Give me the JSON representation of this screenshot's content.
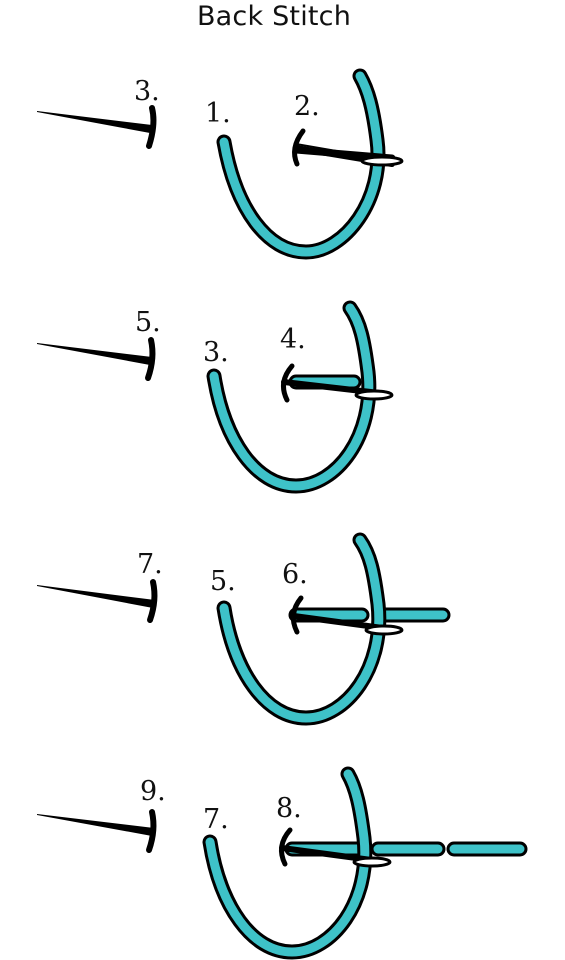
{
  "title": "Back Stitch",
  "colors": {
    "thread": "#3ec2c8",
    "outline": "#000000",
    "needle": "#000000",
    "background": "#ffffff"
  },
  "steps": [
    {
      "needle_label": "3.",
      "out_label": "1.",
      "in_label": "2.",
      "completed_stitches": 0
    },
    {
      "needle_label": "5.",
      "out_label": "3.",
      "in_label": "4.",
      "completed_stitches": 1
    },
    {
      "needle_label": "7.",
      "out_label": "5.",
      "in_label": "6.",
      "completed_stitches": 2
    },
    {
      "needle_label": "9.",
      "out_label": "7.",
      "in_label": "8.",
      "completed_stitches": 3
    }
  ]
}
